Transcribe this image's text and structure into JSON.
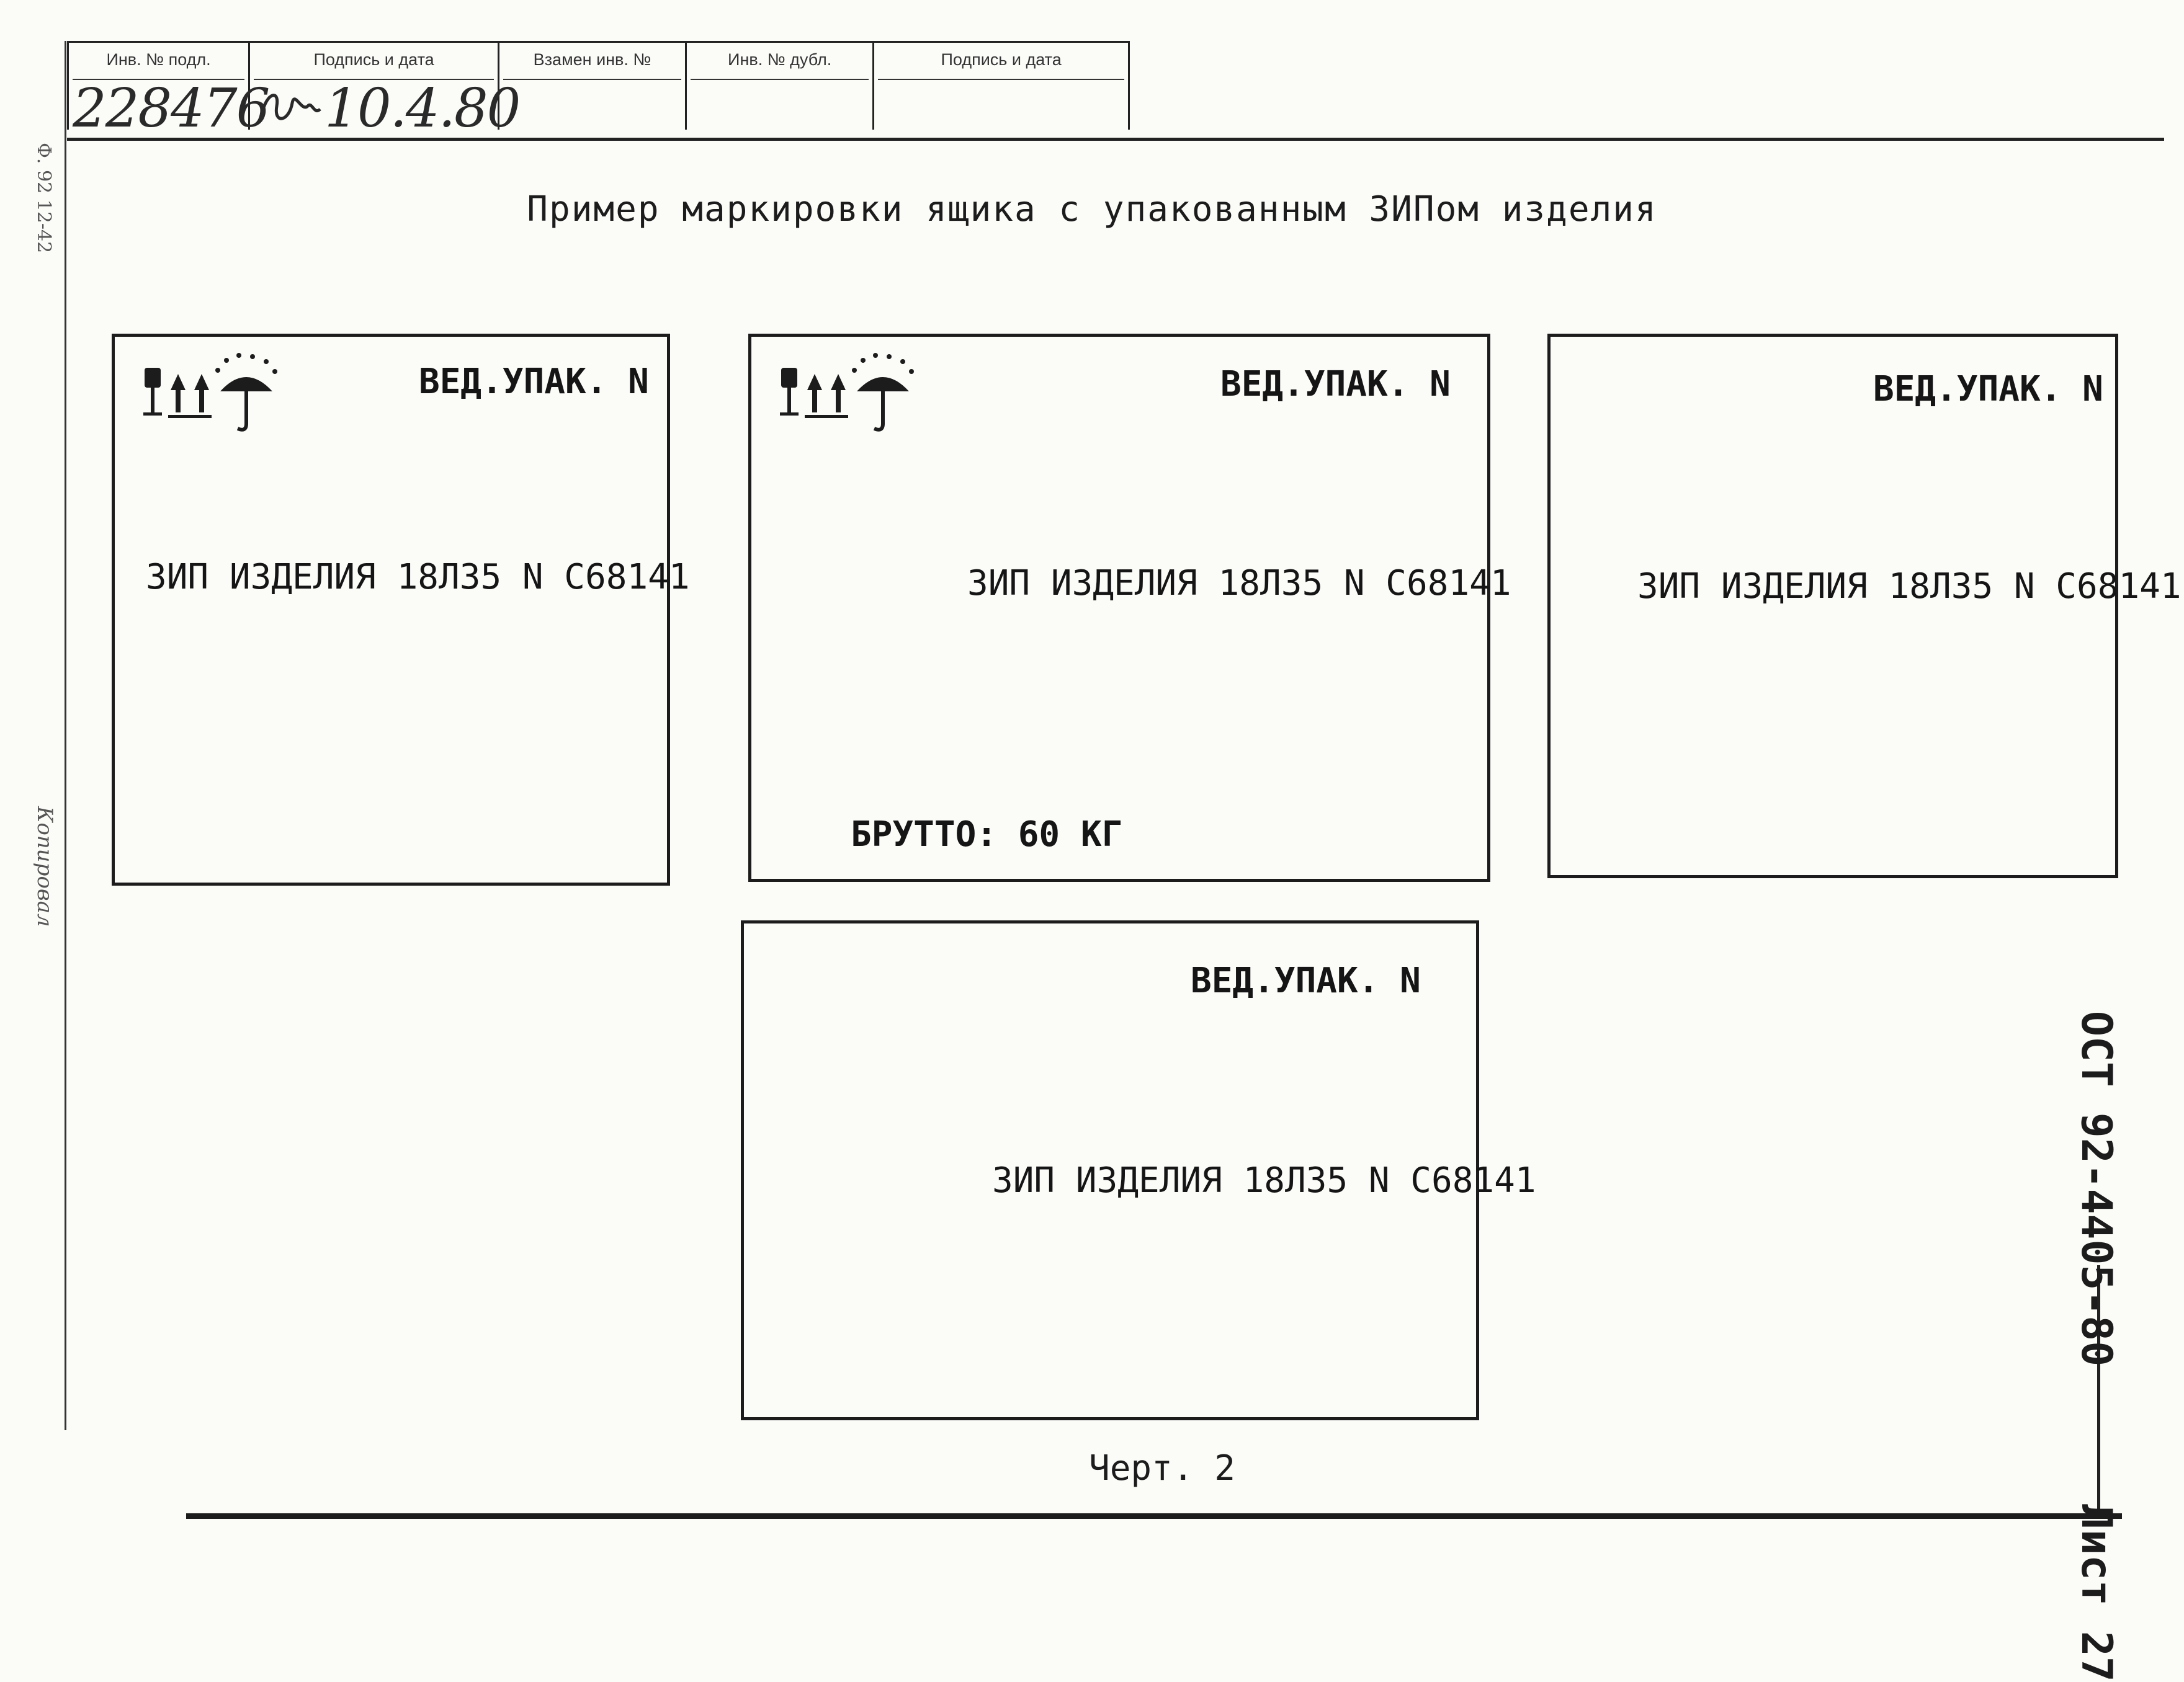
{
  "stamp": {
    "columns": [
      {
        "header": "Инв. № подл.",
        "value": "228476"
      },
      {
        "header": "Подпись и дата",
        "value": "10.4.80"
      },
      {
        "header": "Взамен инв. №",
        "value": ""
      },
      {
        "header": "Инв. № дубл.",
        "value": ""
      },
      {
        "header": "Подпись и дата",
        "value": ""
      }
    ]
  },
  "margin": {
    "form_code": "Ф. 92 12-42",
    "copied_label": "Копировал"
  },
  "title": "Пример маркировки ящика с упакованным ЗИПом изделия",
  "boxes": [
    {
      "label": "ВЕД.УПАК. N",
      "text": "ЗИП ИЗДЕЛИЯ 18Л35 N С68141",
      "has_signs": true,
      "gross": ""
    },
    {
      "label": "ВЕД.УПАК. N",
      "text": "ЗИП ИЗДЕЛИЯ 18Л35 N С68141",
      "has_signs": true,
      "gross": "БРУТТО: 60 КГ"
    },
    {
      "label": "ВЕД.УПАК. N",
      "text": "ЗИП ИЗДЕЛИЯ 18Л35 N С68141",
      "has_signs": false,
      "gross": ""
    },
    {
      "label": "ВЕД.УПАК. N",
      "text": "ЗИП ИЗДЕЛИЯ 18Л35 N С68141",
      "has_signs": false,
      "gross": ""
    }
  ],
  "sign_icons": [
    "fragile-glass-icon",
    "this-way-up-arrows-icon",
    "keep-dry-umbrella-icon"
  ],
  "caption": "Черт. 2",
  "side": {
    "standard": "ОСТ 92-4405-80",
    "sheet_label": "Лист",
    "sheet_number": "27"
  }
}
